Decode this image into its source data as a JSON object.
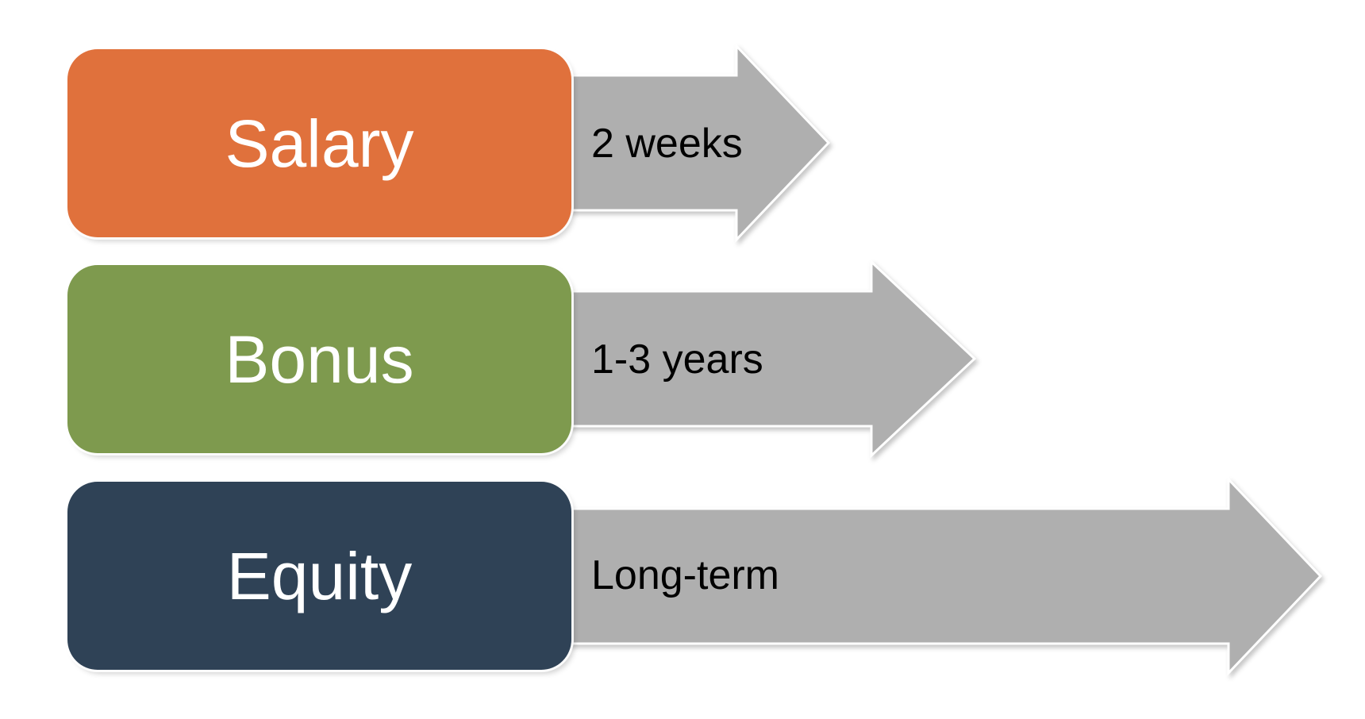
{
  "colors": {
    "background": "#FFFFFF",
    "arrow_fill": "#AFAFAF",
    "arrow_outline": "#FFFFFF",
    "box_label_text": "#FFFFFF",
    "arrow_label_text": "#000000",
    "salary_box": "#E0713C",
    "bonus_box": "#7E9A4E",
    "equity_box": "#2F4256"
  },
  "diagram": {
    "rows": [
      {
        "label": "Salary",
        "duration": "2 weeks",
        "box_color": "#E0713C"
      },
      {
        "label": "Bonus",
        "duration": "1-3 years",
        "box_color": "#7E9A4E"
      },
      {
        "label": "Equity",
        "duration": "Long-term",
        "box_color": "#2F4256"
      }
    ]
  }
}
